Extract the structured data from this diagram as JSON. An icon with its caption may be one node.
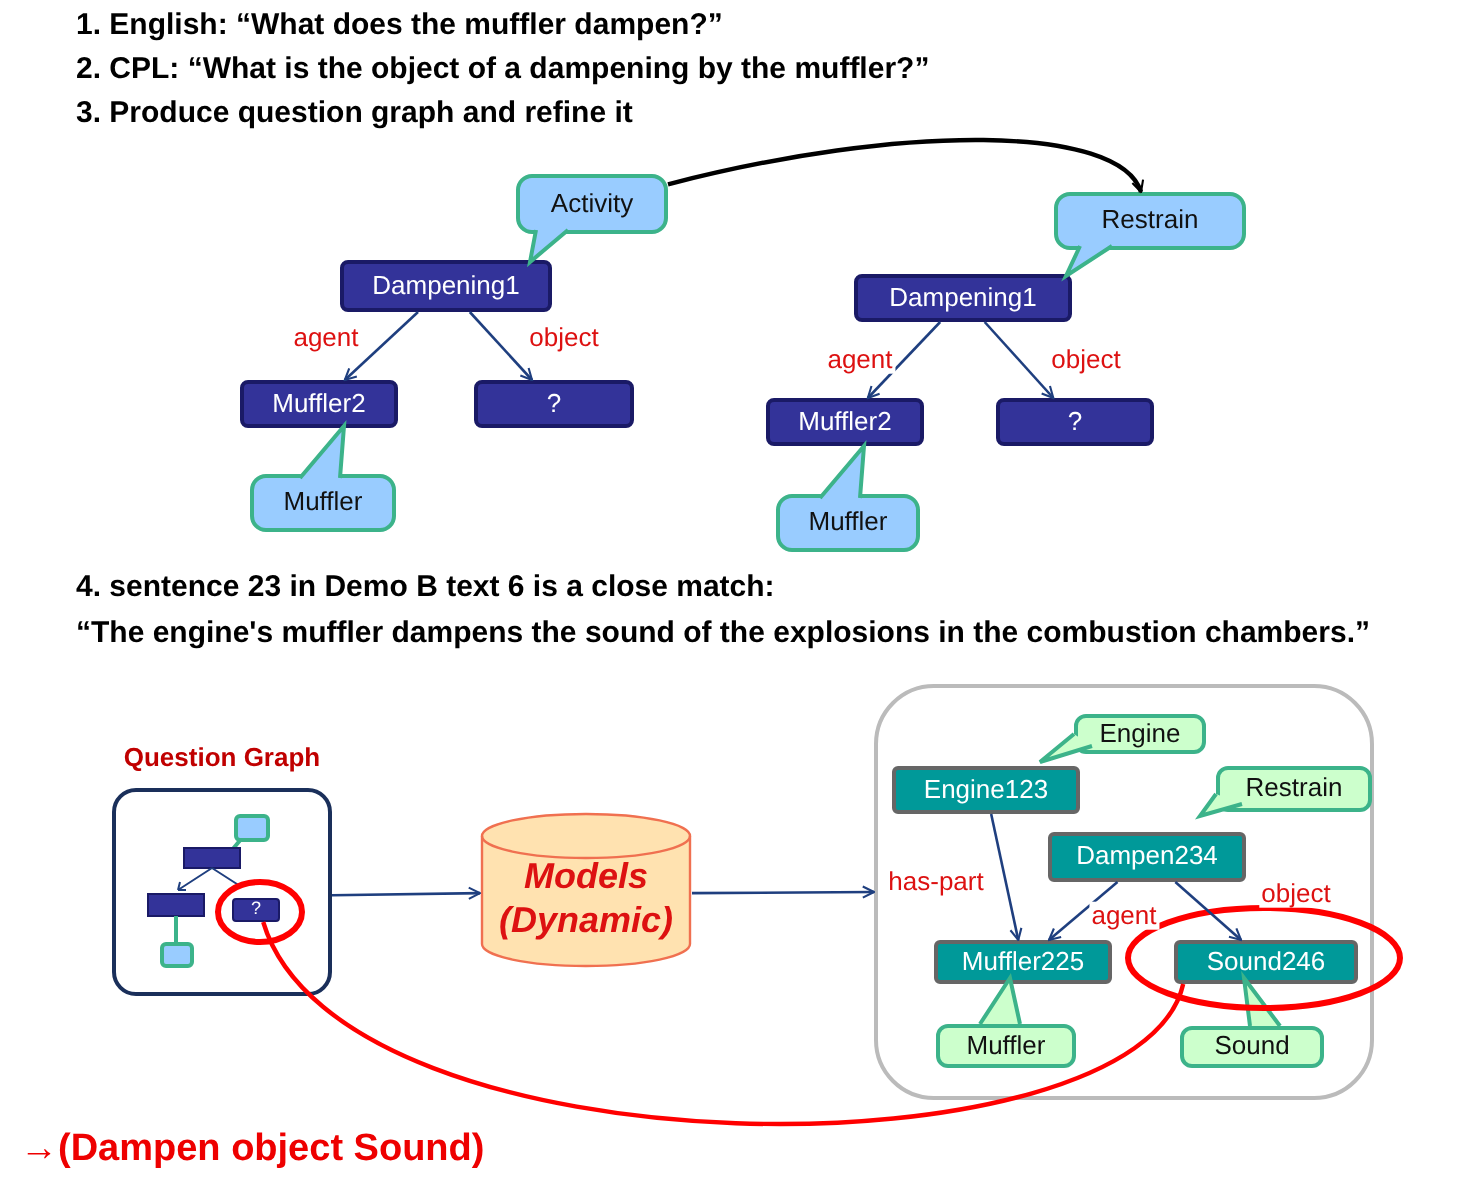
{
  "diagram": {
    "nodes": [
      {
        "text": [
          "Activity"
        ]
      },
      {
        "text": [
          "Dampening1"
        ]
      },
      {
        "text": [
          "Muffler2"
        ]
      },
      {
        "text": [
          "?"
        ]
      },
      {
        "text": [
          "Muffler"
        ]
      },
      {
        "text": [
          "Restrain"
        ]
      },
      {
        "text": [
          "Dampening1"
        ]
      },
      {
        "text": [
          "Muffler2"
        ]
      },
      {
        "text": [
          "?"
        ]
      },
      {
        "text": [
          "Muffler"
        ]
      },
      {
        "text": [
          "Question Graph"
        ]
      },
      {
        "text": [
          "?"
        ],
        "in": 10
      },
      {
        "text": [
          "Models (Dynamic)"
        ]
      },
      {
        "text": [],
        "shape": "box"
      },
      {
        "text": [
          "Engine"
        ],
        "in": 13
      },
      {
        "text": [
          "Engine123"
        ],
        "in": 13
      },
      {
        "text": [
          "Restrain"
        ],
        "in": 13
      },
      {
        "text": [
          "Dampen234"
        ],
        "in": 13
      },
      {
        "text": [
          "Muffler225"
        ],
        "in": 13
      },
      {
        "text": [
          "Sound246"
        ],
        "in": 13
      },
      {
        "text": [
          "Muffler"
        ],
        "in": 13
      },
      {
        "text": [
          "Sound"
        ],
        "in": 13
      }
    ],
    "edges": [
      {
        "from": 0,
        "to": 5,
        "arrow": "to",
        "color": "#000000"
      },
      {
        "from": 1,
        "to": 2,
        "arrow": "to",
        "label": "agent"
      },
      {
        "from": 1,
        "to": 3,
        "arrow": "to",
        "label": "object"
      },
      {
        "from": 6,
        "to": 7,
        "arrow": "to",
        "label": "agent"
      },
      {
        "from": 6,
        "to": 8,
        "arrow": "to",
        "label": "object"
      },
      {
        "from": 10,
        "to": 12,
        "arrow": "to"
      },
      {
        "from": 12,
        "to": 13,
        "arrow": "to"
      },
      {
        "from": 15,
        "to": 18,
        "arrow": "to",
        "label": "has-part"
      },
      {
        "from": 17,
        "to": 18,
        "arrow": "to",
        "label": "agent"
      },
      {
        "from": 17,
        "to": 19,
        "arrow": "to",
        "label": "object"
      },
      {
        "from": 11,
        "to": 19,
        "arrow": "none",
        "color": "#ff0000"
      }
    ],
    "labels": [
      "1. English: “What does the muffler dampen?”",
      "2. CPL: “What is the object of a dampening by the muffler?”",
      "3. Produce question graph and refine it",
      "4. sentence 23 in Demo B text 6 is a close match:",
      "“The engine's muffler dampens the sound of the explosions in the combustion chambers.”",
      "→(Dampen object Sound)"
    ]
  }
}
